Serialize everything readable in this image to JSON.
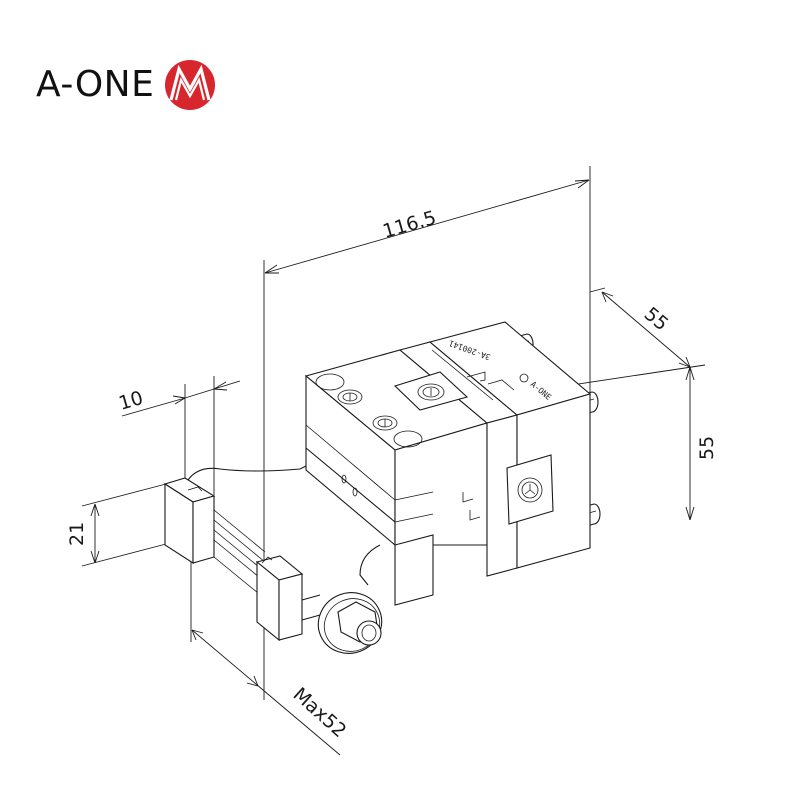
{
  "brand": {
    "name": "A-ONE",
    "logo_icon": "red-circle-m-logo-icon",
    "logo_color": "#d7262e"
  },
  "drawing": {
    "title": "Isometric technical drawing of clamping holder",
    "line_color": "#1a1a1a",
    "background": "#ffffff",
    "engraving": {
      "part_number": "3A-200141",
      "marking": "A-ONE"
    },
    "dimensions": {
      "overall_length": "116.5",
      "depth": "55",
      "height": "55",
      "jaw_offset": "10",
      "jaw_height": "21",
      "max_opening": "Max52"
    }
  }
}
